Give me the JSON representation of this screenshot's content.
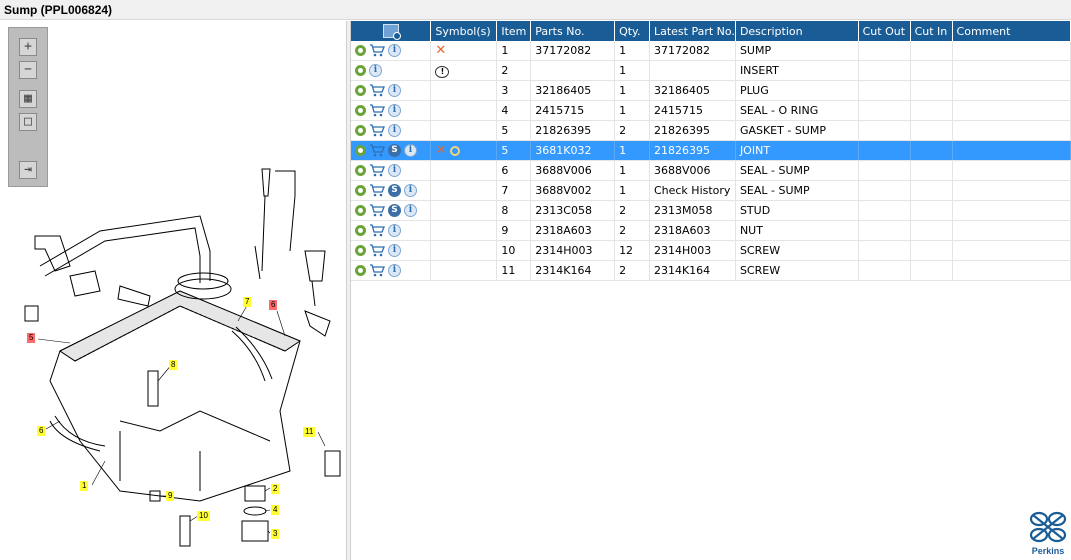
{
  "window": {
    "title": "Sump (PPL006824)"
  },
  "toolbar": {
    "zoom_in_icon": "plus",
    "zoom_out_icon": "minus",
    "fit_icon": "grid",
    "reset_icon": "square",
    "export_icon": "arrow-right"
  },
  "callouts": [
    "5",
    "6",
    "7",
    "8",
    "6",
    "11",
    "1",
    "9",
    "10",
    "2",
    "4",
    "3"
  ],
  "table": {
    "headers": [
      "Symbol(s)",
      "Item",
      "Parts No.",
      "Qty.",
      "Latest Part No.",
      "Description",
      "Cut Out",
      "Cut In",
      "Comment"
    ],
    "rows": [
      {
        "icons": [
          "gear",
          "cart",
          "info"
        ],
        "symbol": "x",
        "item": "1",
        "parts_no": "37172082",
        "qty": "1",
        "latest": "37172082",
        "description": "SUMP"
      },
      {
        "icons": [
          "gear",
          "info"
        ],
        "symbol": "comment",
        "item": "2",
        "parts_no": "",
        "qty": "1",
        "latest": "",
        "description": "INSERT"
      },
      {
        "icons": [
          "gear",
          "cart",
          "info"
        ],
        "symbol": "",
        "item": "3",
        "parts_no": "32186405",
        "qty": "1",
        "latest": "32186405",
        "description": "PLUG"
      },
      {
        "icons": [
          "gear",
          "cart",
          "info"
        ],
        "symbol": "",
        "item": "4",
        "parts_no": "2415715",
        "qty": "1",
        "latest": "2415715",
        "description": "SEAL - O RING"
      },
      {
        "icons": [
          "gear",
          "cart",
          "info"
        ],
        "symbol": "",
        "item": "5",
        "parts_no": "21826395",
        "qty": "2",
        "latest": "21826395",
        "description": "GASKET - SUMP"
      },
      {
        "icons": [
          "gear",
          "cart",
          "s",
          "info"
        ],
        "symbol": "x-search",
        "item": "5",
        "parts_no": "3681K032",
        "qty": "1",
        "latest": "21826395",
        "description": "JOINT",
        "selected": true
      },
      {
        "icons": [
          "gear",
          "cart",
          "info"
        ],
        "symbol": "",
        "item": "6",
        "parts_no": "3688V006",
        "qty": "1",
        "latest": "3688V006",
        "description": "SEAL - SUMP"
      },
      {
        "icons": [
          "gear",
          "cart",
          "s",
          "info"
        ],
        "symbol": "",
        "item": "7",
        "parts_no": "3688V002",
        "qty": "1",
        "latest": "Check History",
        "description": "SEAL - SUMP"
      },
      {
        "icons": [
          "gear",
          "cart",
          "s",
          "info"
        ],
        "symbol": "",
        "item": "8",
        "parts_no": "2313C058",
        "qty": "2",
        "latest": "2313M058",
        "description": "STUD"
      },
      {
        "icons": [
          "gear",
          "cart",
          "info"
        ],
        "symbol": "",
        "item": "9",
        "parts_no": "2318A603",
        "qty": "2",
        "latest": "2318A603",
        "description": "NUT"
      },
      {
        "icons": [
          "gear",
          "cart",
          "info"
        ],
        "symbol": "",
        "item": "10",
        "parts_no": "2314H003",
        "qty": "12",
        "latest": "2314H003",
        "description": "SCREW"
      },
      {
        "icons": [
          "gear",
          "cart",
          "info"
        ],
        "symbol": "",
        "item": "11",
        "parts_no": "2314K164",
        "qty": "2",
        "latest": "2314K164",
        "description": "SCREW"
      }
    ]
  },
  "brand": {
    "name": "Perkins",
    "color": "#1a5d96"
  },
  "colors": {
    "header_bg": "#1a5d96",
    "selected_row": "#3399ff",
    "callout_yellow": "#ffff33",
    "callout_red": "#ff6b6b"
  }
}
